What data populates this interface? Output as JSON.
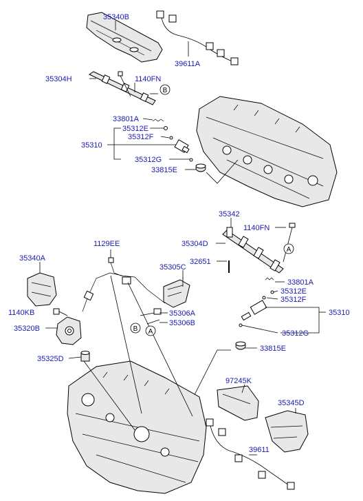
{
  "parts": {
    "p35340B": "35340B",
    "p39611A": "39611A",
    "p35304H": "35304H",
    "p1140FN_top": "1140FN",
    "p33801A_top": "33801A",
    "p35312E_top": "35312E",
    "p35312F_top": "35312F",
    "p35310_top": "35310",
    "p35312G_top": "35312G",
    "p33815E_top": "33815E",
    "p35342": "35342",
    "p1140FN_mid": "1140FN",
    "p35304D": "35304D",
    "p1129EE": "1129EE",
    "p32651": "32651",
    "p35340A": "35340A",
    "p35305C": "35305C",
    "p33801A_mid": "33801A",
    "p35312E_mid": "35312E",
    "p35312F_mid": "35312F",
    "p35310_mid": "35310",
    "p1140KB": "1140KB",
    "p35306A": "35306A",
    "p35320B": "35320B",
    "p35306B": "35306B",
    "p35312G_mid": "35312G",
    "p33815E_mid": "33815E",
    "p35325D": "35325D",
    "p97245K": "97245K",
    "p35345D": "35345D",
    "p39611": "39611"
  },
  "refs": {
    "b_top": "B",
    "a_mid": "A",
    "b_low": "B",
    "a_low": "A"
  }
}
